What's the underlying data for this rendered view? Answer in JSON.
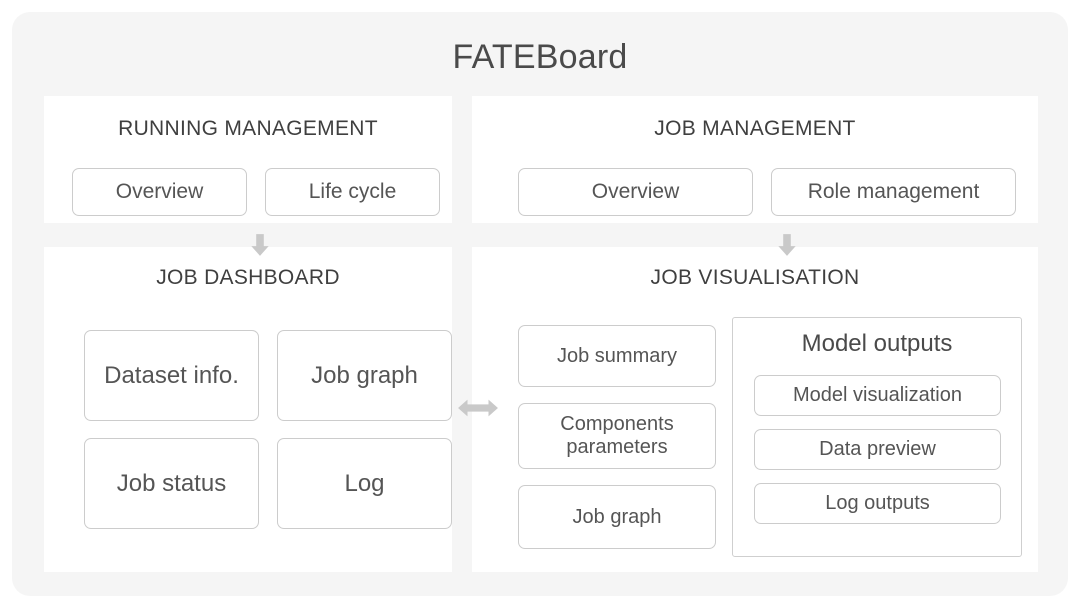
{
  "board": {
    "title": "FATEBoard",
    "bg_color": "#f5f5f5",
    "panel_bg_color": "#ffffff",
    "box_border_color": "#cccccc",
    "text_color": "#555555",
    "arrow_color": "#c9c9c9"
  },
  "panels": {
    "running_management": {
      "title": "RUNNING MANAGEMENT",
      "buttons": [
        {
          "label": "Overview"
        },
        {
          "label": "Life cycle"
        }
      ]
    },
    "job_management": {
      "title": "JOB MANAGEMENT",
      "buttons": [
        {
          "label": "Overview"
        },
        {
          "label": "Role management"
        }
      ]
    },
    "job_dashboard": {
      "title": "JOB DASHBOARD",
      "buttons": [
        {
          "label": "Dataset info."
        },
        {
          "label": "Job graph"
        },
        {
          "label": "Job status"
        },
        {
          "label": "Log"
        }
      ]
    },
    "job_visualisation": {
      "title": "JOB VISUALISATION",
      "left_buttons": [
        {
          "label": "Job summary"
        },
        {
          "label": "Components parameters"
        },
        {
          "label": "Job graph"
        }
      ],
      "model_outputs": {
        "title": "Model outputs",
        "buttons": [
          {
            "label": "Model visualization"
          },
          {
            "label": "Data preview"
          },
          {
            "label": "Log outputs"
          }
        ]
      }
    }
  },
  "arrows": {
    "running_to_dashboard": "arrow-down-icon",
    "jobmgmt_to_visualisation": "arrow-down-icon",
    "dashboard_to_visualisation": "arrow-left-right-icon"
  }
}
